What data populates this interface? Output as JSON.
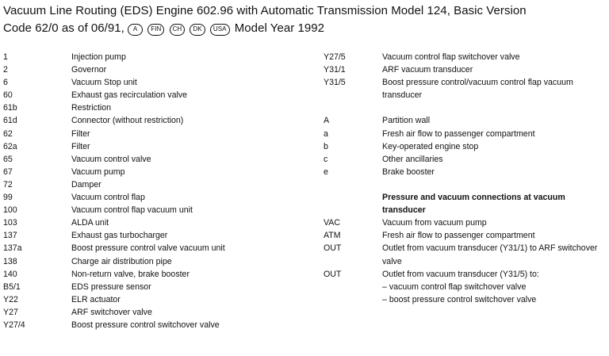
{
  "title": {
    "line1": "Vacuum Line Routing (EDS) Engine 602.96 with Automatic Transmission Model 124, Basic Version",
    "line2_prefix": "Code 62/0 as of 06/91,",
    "badges": [
      "A",
      "FIN",
      "CH",
      "DK",
      "USA"
    ],
    "line2_suffix": "Model Year 1992"
  },
  "left_items": [
    {
      "code": "1",
      "desc": "Injection pump"
    },
    {
      "code": "2",
      "desc": "Governor"
    },
    {
      "code": "6",
      "desc": "Vacuum Stop unit"
    },
    {
      "code": "60",
      "desc": "Exhaust gas recirculation valve"
    },
    {
      "code": "61b",
      "desc": "Restriction"
    },
    {
      "code": "61d",
      "desc": "Connector (without restriction)"
    },
    {
      "code": "62",
      "desc": "Filter"
    },
    {
      "code": "62a",
      "desc": "Filter"
    },
    {
      "code": "65",
      "desc": "Vacuum control valve"
    },
    {
      "code": "67",
      "desc": "Vacuum pump"
    },
    {
      "code": "72",
      "desc": "Damper"
    },
    {
      "code": "99",
      "desc": "Vacuum control flap"
    },
    {
      "code": "100",
      "desc": "Vacuum control flap vacuum unit"
    },
    {
      "code": "103",
      "desc": "ALDA unit"
    },
    {
      "code": "137",
      "desc": "Exhaust gas turbocharger"
    },
    {
      "code": "137a",
      "desc": "Boost pressure control valve vacuum unit"
    },
    {
      "code": "138",
      "desc": "Charge air distribution pipe"
    },
    {
      "code": "140",
      "desc": "Non-return valve, brake booster"
    },
    {
      "code": "B5/1",
      "desc": "EDS pressure sensor"
    },
    {
      "code": "Y22",
      "desc": "ELR actuator"
    },
    {
      "code": "Y27",
      "desc": "ARF switchover valve"
    },
    {
      "code": "Y27/4",
      "desc": "Boost pressure control switchover valve"
    }
  ],
  "right_items": [
    {
      "code": "Y27/5",
      "desc": "Vacuum control flap switchover valve"
    },
    {
      "code": "Y31/1",
      "desc": "ARF vacuum transducer"
    },
    {
      "code": "Y31/5",
      "desc": "Boost pressure control/vacuum control flap vacuum transducer"
    },
    {
      "code": "",
      "desc": ""
    },
    {
      "code": "A",
      "desc": "Partition wall"
    },
    {
      "code": "a",
      "desc": "Fresh air flow to passenger compartment"
    },
    {
      "code": "b",
      "desc": "Key-operated engine stop"
    },
    {
      "code": "c",
      "desc": "Other ancillaries"
    },
    {
      "code": "e",
      "desc": "Brake booster"
    },
    {
      "code": "",
      "desc": ""
    },
    {
      "code": "",
      "desc": "Pressure and vacuum connections at vacuum transducer",
      "heading": true
    },
    {
      "code": "VAC",
      "desc": "Vacuum from vacuum pump"
    },
    {
      "code": "ATM",
      "desc": "Fresh air flow to passenger compartment"
    },
    {
      "code": "OUT",
      "desc": "Outlet from vacuum transducer (Y31/1) to ARF switchover valve"
    },
    {
      "code": "OUT",
      "desc": "Outlet from vacuum transducer (Y31/5) to:"
    },
    {
      "code": "",
      "desc": "– vacuum control flap switchover valve"
    },
    {
      "code": "",
      "desc": "– boost pressure control switchover valve"
    }
  ]
}
